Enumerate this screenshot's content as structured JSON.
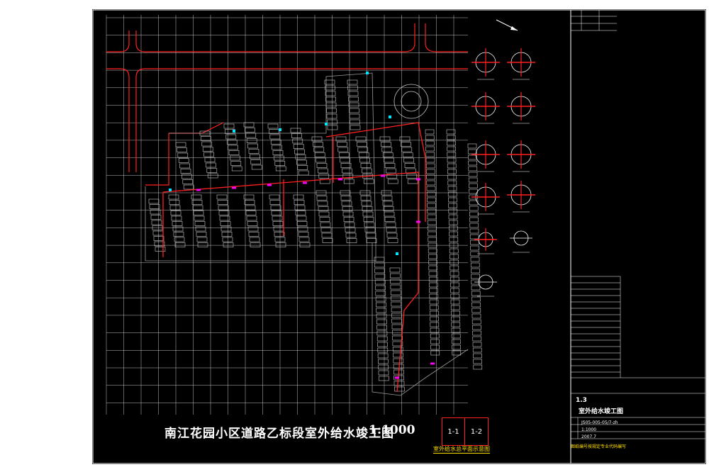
{
  "drawing": {
    "title": "南江花园小区道路乙标段室外给水竣工图",
    "scale": "1:1000",
    "key_plan": {
      "left_label": "1-1",
      "right_label": "1-2",
      "caption": "室外给水总平面示意图"
    }
  },
  "title_block": {
    "drawing_name": "室外给水竣工图",
    "sheet_no": "1.3",
    "sheet_code": "JS05-005-05/7-zh",
    "scale_value": "1:1000",
    "date": "2007.7",
    "footer_note": "图纸编号按规定专业代码编写"
  },
  "colors": {
    "background": "#000000",
    "grid": "#ffffff",
    "pipe": "#ff2020",
    "building": "#c8c8c8",
    "valve": "#ff00ff",
    "marker": "#00e5ff",
    "text_yellow": "#ffe000"
  }
}
